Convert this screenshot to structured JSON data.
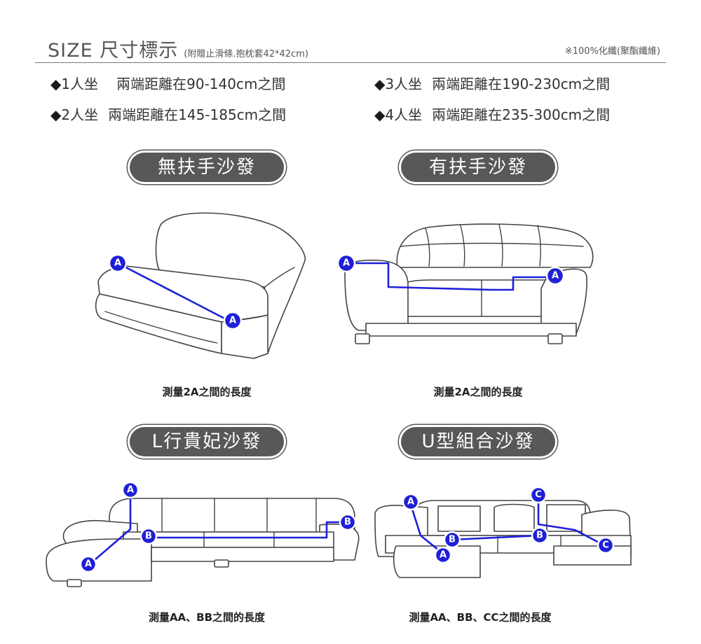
{
  "header": {
    "title": "SIZE 尺寸標示",
    "subtitle": "(附贈止滑條.抱枕套42*42cm)",
    "note": "※100%化纖(聚酯纖維)"
  },
  "specs": [
    {
      "bullet": "◆",
      "seat": "1人坐",
      "range": "兩端距離在90-140cm之間"
    },
    {
      "bullet": "◆",
      "seat": "3人坐",
      "range": "兩端距離在190-230cm之間"
    },
    {
      "bullet": "◆",
      "seat": "2人坐",
      "range": "兩端距離在145-185cm之間"
    },
    {
      "bullet": "◆",
      "seat": "4人坐",
      "range": "兩端距離在235-300cm之間"
    }
  ],
  "sofas": [
    {
      "label": "無扶手沙發",
      "caption": "測量2A之間的長度"
    },
    {
      "label": "有扶手沙發",
      "caption": "測量2A之間的長度"
    },
    {
      "label": "L行貴妃沙發",
      "caption": "測量AA、BB之間的長度"
    },
    {
      "label": "U型組合沙發",
      "caption": "測量AA、BB、CC之間的長度"
    }
  ],
  "markers": {
    "a": "A",
    "b": "B",
    "c": "C"
  },
  "colors": {
    "measure": "#1f1fd8",
    "pill": "#585858",
    "rule": "#777777"
  }
}
